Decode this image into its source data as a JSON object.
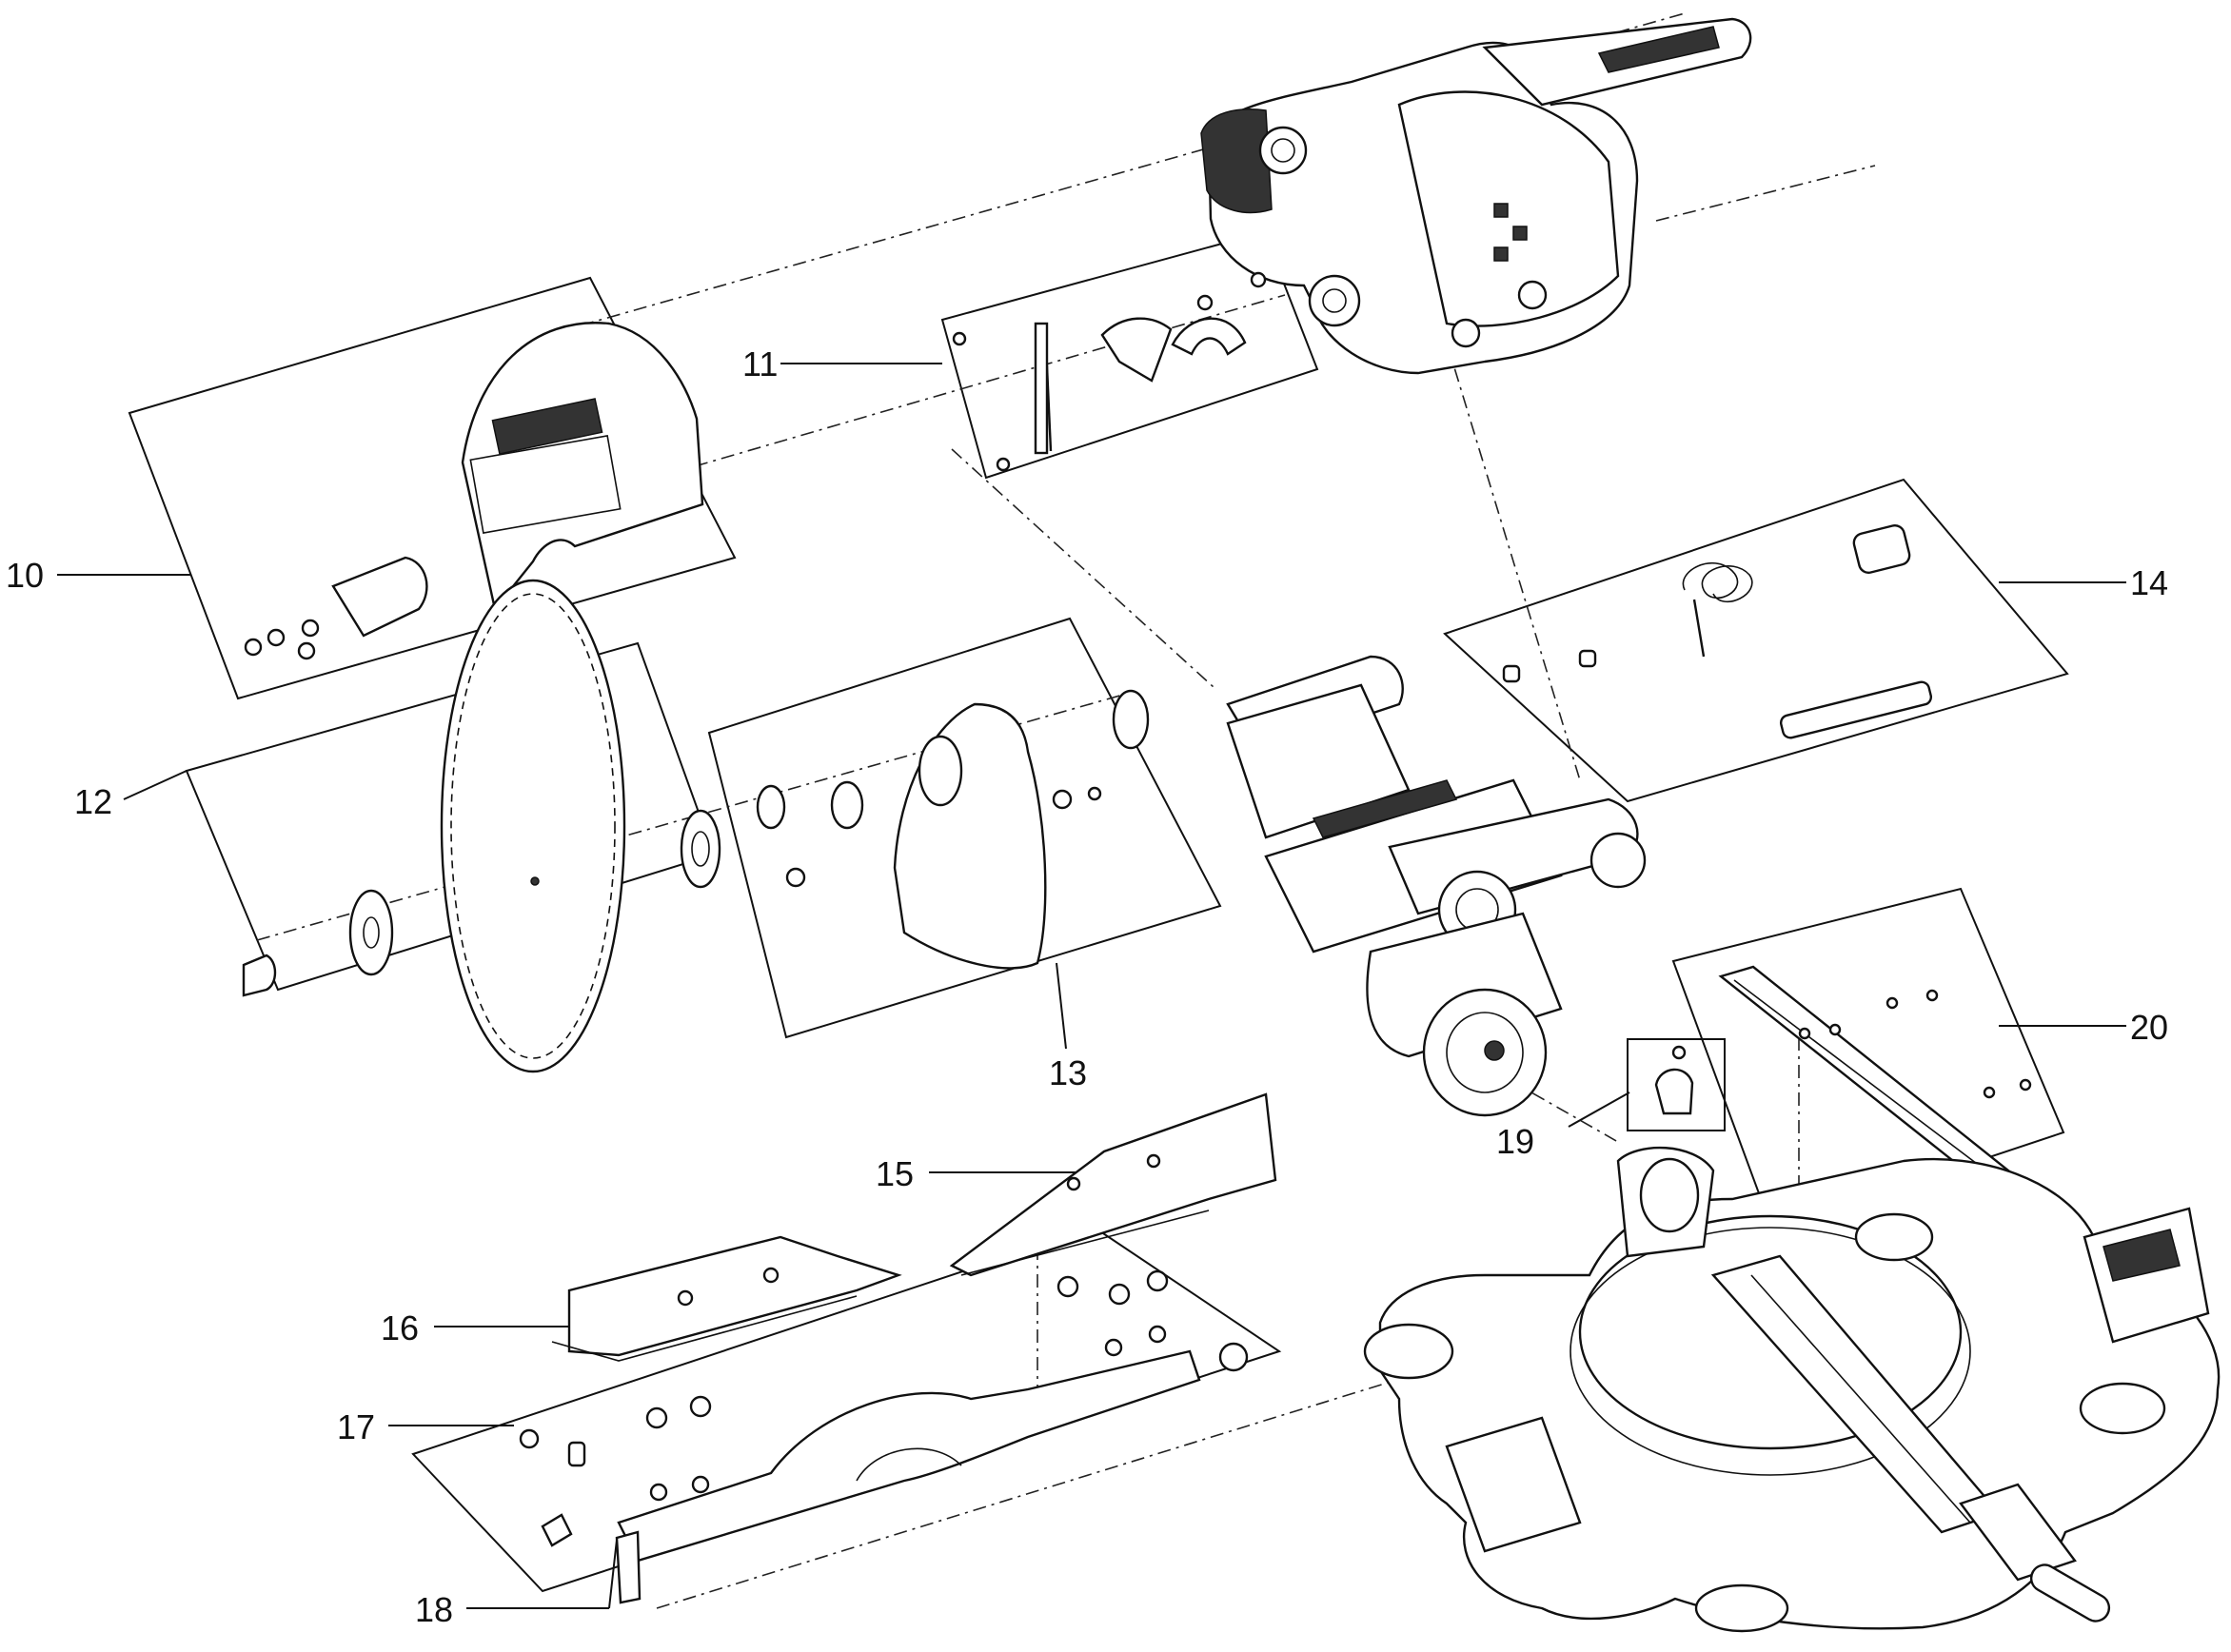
{
  "callouts": {
    "c10": "10",
    "c11": "11",
    "c12": "12",
    "c13": "13",
    "c14": "14",
    "c15": "15",
    "c16": "16",
    "c17": "17",
    "c18": "18",
    "c19": "19",
    "c20": "20"
  }
}
